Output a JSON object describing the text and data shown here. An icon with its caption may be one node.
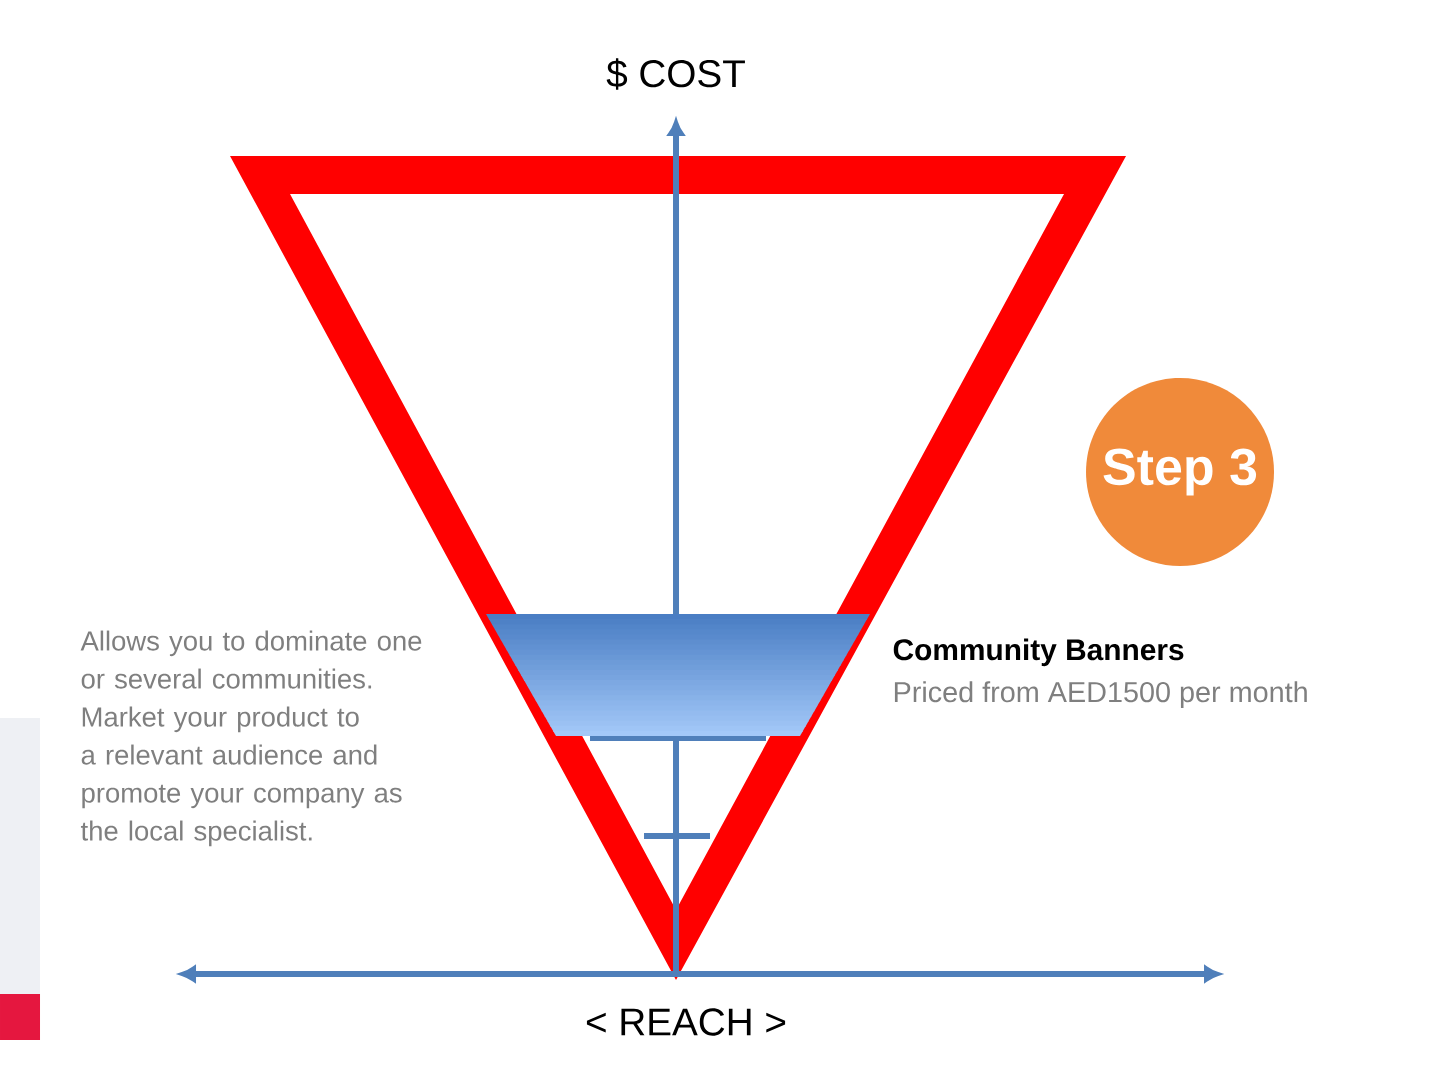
{
  "diagram": {
    "nodes": [
      {
        "text": [
          "Step 3"
        ]
      },
      {
        "text": [],
        "shape": "trapezoid",
        "beside": [
          "Community Banners",
          "Priced from AED1500 per month"
        ]
      }
    ],
    "labels": [
      "$ COST",
      "Allows you to dominate one or several communities. Market your product to a relevant audience and promote your company as the local specialist.",
      "< REACH >"
    ]
  }
}
